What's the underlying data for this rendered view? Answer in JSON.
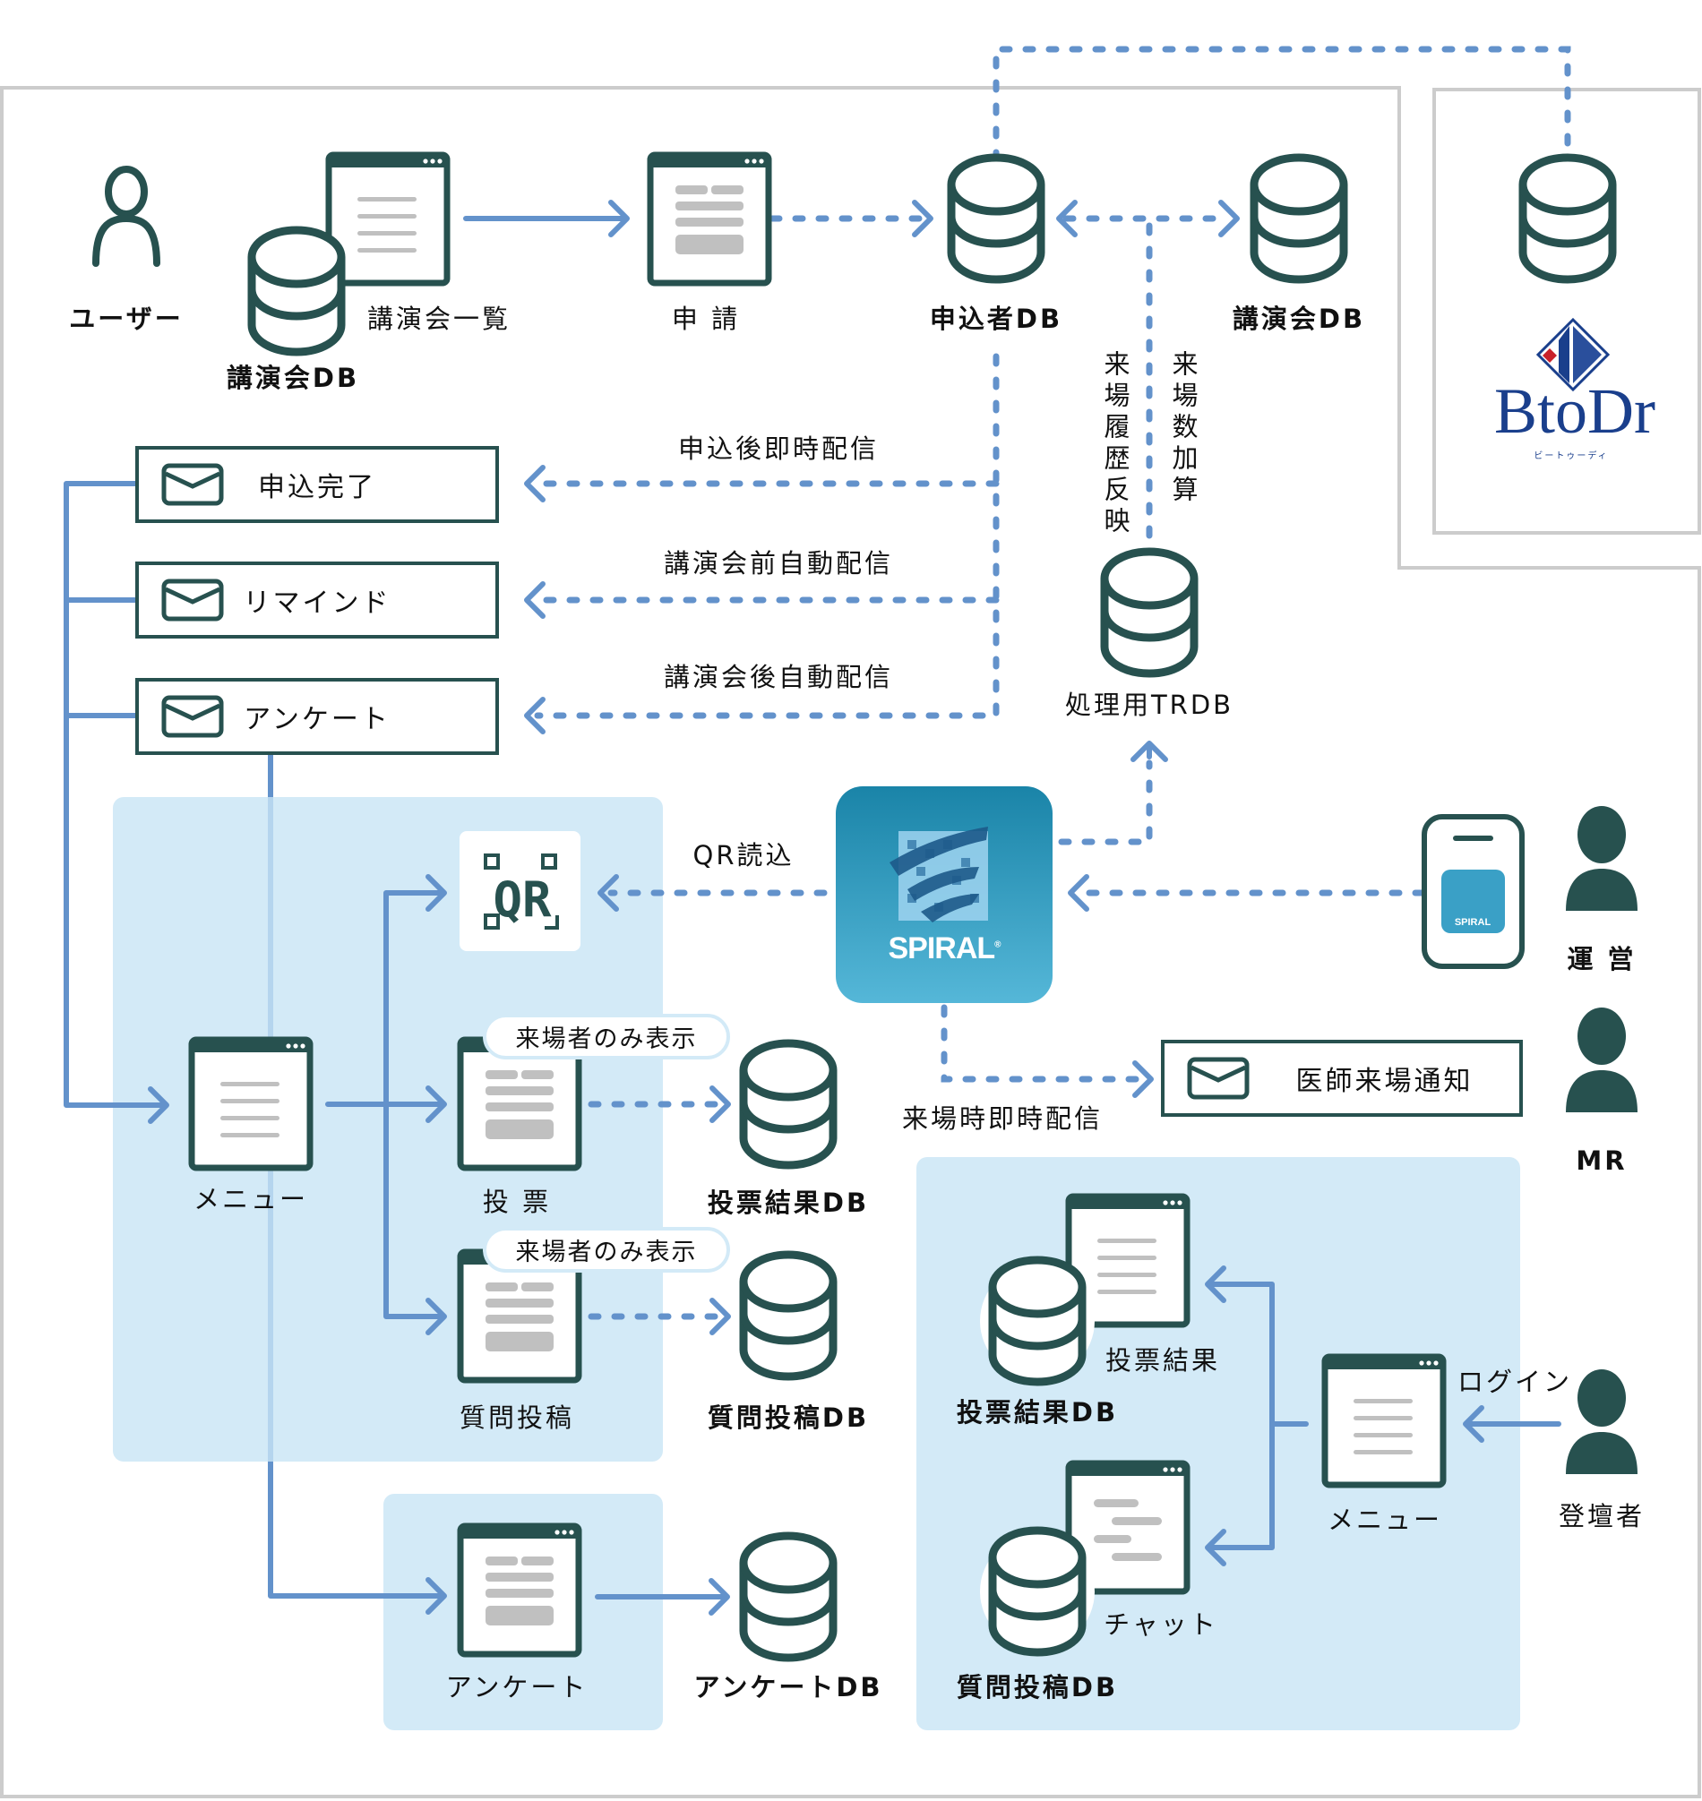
{
  "colors": {
    "dark": "#27514f",
    "arrow": "#6392cb",
    "panel": "#d3eaf7",
    "border": "#cccccc",
    "gray": "#c0c0c0"
  },
  "actors": {
    "user": "ユーザー",
    "operator": "運 営",
    "mr": "MR",
    "speaker": "登壇者"
  },
  "top": {
    "lecture_list": "講演会一覧",
    "lecture_db_left": "講演会DB",
    "apply": "申 請",
    "applicant_db": "申込者DB",
    "lecture_db_right": "講演会DB",
    "partner_logo": "BtoDr",
    "partner_logo_kana": "ビートゥーディ"
  },
  "flows": {
    "after_apply": "申込後即時配信",
    "before_lecture": "講演会前自動配信",
    "after_lecture": "講演会後自動配信",
    "history_reflect": "来場履歴反映",
    "count_add": "来場数加算",
    "qr_read": "QR読込",
    "arrival_notice": "来場時即時配信",
    "login": "ログイン"
  },
  "mails": [
    {
      "label": "申込完了"
    },
    {
      "label": "リマインド"
    },
    {
      "label": "アンケート"
    }
  ],
  "processing_db": "処理用TRDB",
  "spiral": {
    "brand": "SPIRAL",
    "registered": "®"
  },
  "doctor_notice": "医師来場通知",
  "attendee_area": {
    "qr_icon": "QR",
    "menu": "メニュー",
    "vote": "投 票",
    "vote_db": "投票結果DB",
    "question": "質問投稿",
    "question_db": "質問投稿DB",
    "visitor_only": "来場者のみ表示",
    "survey": "アンケート",
    "survey_db": "アンケートDB"
  },
  "speaker_area": {
    "menu": "メニュー",
    "vote_result": "投票結果",
    "vote_result_db": "投票結果DB",
    "chat": "チャット",
    "question_db": "質問投稿DB"
  }
}
